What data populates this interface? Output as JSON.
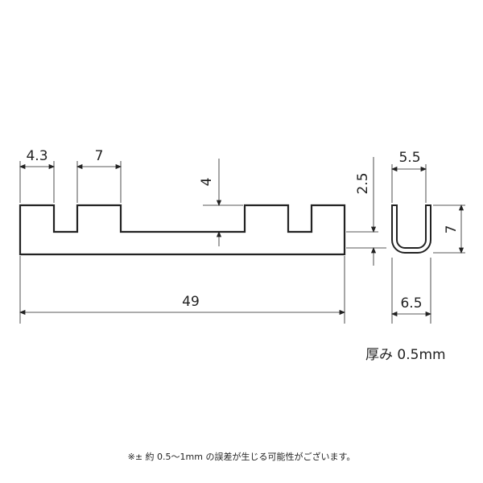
{
  "drawing": {
    "dimensions": {
      "slot_width": "4.3",
      "tooth_width": "7",
      "slot_depth": "4",
      "total_length": "49",
      "profile_height": "2.5",
      "inner_width": "5.5",
      "outer_width": "6.5",
      "profile_depth": "7"
    },
    "thickness_note": "厚み 0.5mm",
    "tolerance_note": "※± 約 0.5～1mm の誤差が生じる可能性がございます。",
    "colors": {
      "line": "#222222",
      "background": "#ffffff"
    }
  }
}
